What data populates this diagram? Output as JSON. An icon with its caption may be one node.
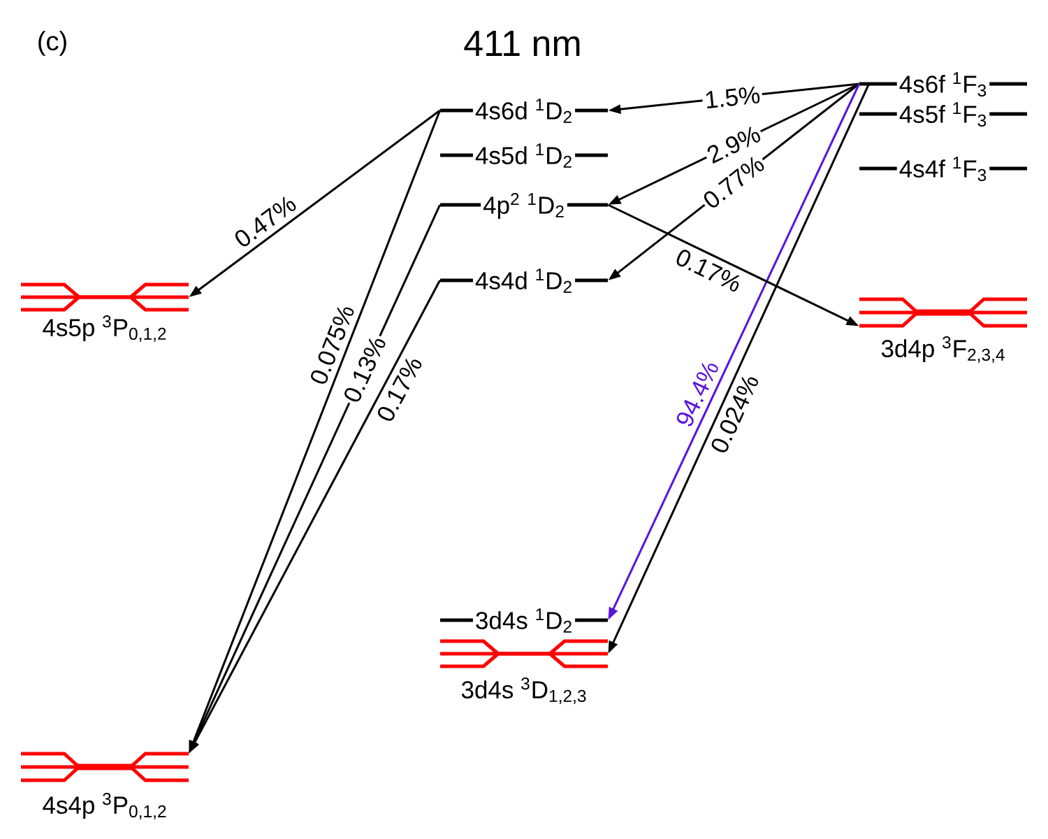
{
  "diagram": {
    "title": "411 nm",
    "nodes": [
      {
        "text": [
          "4s6f $^{1}$F$_{3}$"
        ]
      },
      {
        "text": [
          "4s6d $^{1}$D$_{2}$"
        ]
      },
      {
        "text": [
          "4s5f $^{1}$F$_{3}$"
        ]
      },
      {
        "text": [
          "4s5d $^{1}$D$_{2}$"
        ]
      },
      {
        "text": [
          "4s4f $^{1}$F$_{3}$"
        ]
      },
      {
        "text": [
          "4p$^{2}$ $^{1}$D$_{2}$"
        ]
      },
      {
        "text": [
          "4s4d $^{1}$D$_{2}$"
        ]
      },
      {
        "text": [
          "4s5p $^{3}$P$_{0,1,2}$"
        ]
      },
      {
        "text": [
          "3d4p $^{3}$F$_{2,3,4}$"
        ]
      },
      {
        "text": [
          "3d4s $^{1}$D$_{2}$"
        ]
      },
      {
        "text": [
          "3d4s $^{3}$D$_{1,2,3}$"
        ]
      },
      {
        "text": [
          "4s4p $^{3}$P$_{0,1,2}$"
        ]
      }
    ],
    "edges": [
      {
        "from": 0,
        "to": 1,
        "arrow": "to",
        "label": "1.5%"
      },
      {
        "from": 0,
        "to": 5,
        "arrow": "to",
        "label": "2.9%"
      },
      {
        "from": 0,
        "to": 6,
        "arrow": "to",
        "label": "0.77%"
      },
      {
        "from": 0,
        "to": 9,
        "arrow": "to",
        "label": "94.4%",
        "color": "#5a12e0"
      },
      {
        "from": 0,
        "to": 10,
        "arrow": "to",
        "label": "0.024%"
      },
      {
        "from": 1,
        "to": 7,
        "arrow": "to",
        "label": "0.47%"
      },
      {
        "from": 1,
        "to": 11,
        "arrow": "to",
        "label": "0.075%"
      },
      {
        "from": 5,
        "to": 11,
        "arrow": "to",
        "label": "0.13%"
      },
      {
        "from": 6,
        "to": 11,
        "arrow": "to",
        "label": "0.17%"
      },
      {
        "from": 5,
        "to": 8,
        "arrow": "to",
        "label": "0.17%"
      }
    ],
    "labels": [
      "(c)"
    ]
  }
}
